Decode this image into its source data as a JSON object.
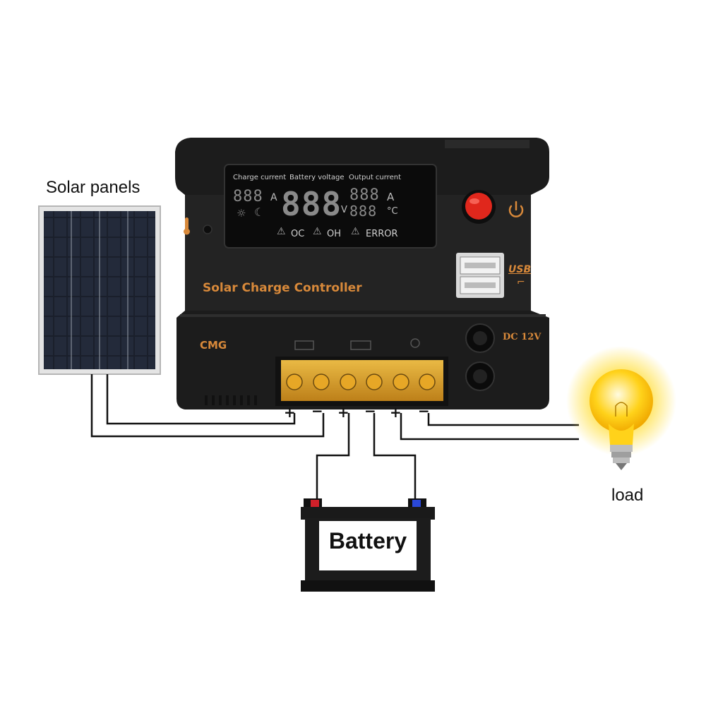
{
  "labels": {
    "solar_panels": "Solar panels",
    "load": "load",
    "battery": "Battery"
  },
  "controller": {
    "title": "Solar Charge Controller",
    "brand": "CMG",
    "dc_label": "DC 12V",
    "usb_label": "USB",
    "lcd": {
      "charge_current": "Charge current",
      "battery_voltage": "Battery voltage",
      "output_current": "Output current",
      "unit_a1": "A",
      "unit_v": "V",
      "unit_a2": "A",
      "unit_c": "°C",
      "oc": "OC",
      "oh": "OH",
      "error": "ERROR",
      "seg_small_1": "888",
      "seg_big": "888",
      "seg_small_2": "888",
      "seg_small_3": "888"
    }
  },
  "terminals": {
    "signs": [
      "+",
      "−",
      "+",
      "−",
      "+",
      "−"
    ]
  },
  "colors": {
    "controller_body": "#1c1c1c",
    "accent_orange": "#d8893a",
    "terminal_brass": "#e2a321",
    "power_button": "#e0271c",
    "wire": "#111111",
    "bulb_glow": "#ffd21a"
  },
  "icons": [
    "thermometer-icon",
    "sun-icon",
    "moon-icon",
    "power-icon",
    "usb-icon",
    "solar-panel-icon",
    "battery-icon",
    "bulb-icon",
    "warning-icon"
  ]
}
